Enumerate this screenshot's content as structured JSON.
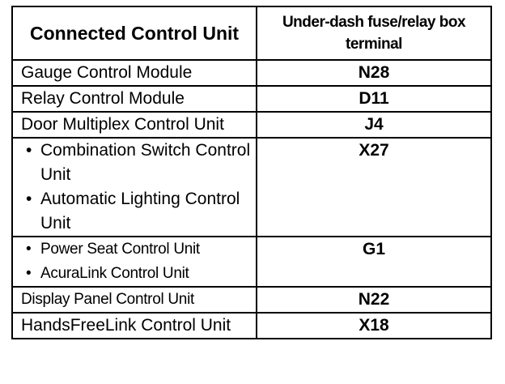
{
  "table": {
    "headers": {
      "unit": "Connected Control Unit",
      "terminal": "Under-dash fuse/relay box terminal"
    },
    "rows": [
      {
        "unit": "Gauge Control Module",
        "terminal": "N28"
      },
      {
        "unit": "Relay Control Module",
        "terminal": "D11"
      },
      {
        "unit": "Door Multiplex Control Unit",
        "terminal": "J4"
      },
      {
        "units": [
          "Combination Switch Control Unit",
          "Automatic Lighting Control Unit"
        ],
        "terminal": "X27"
      },
      {
        "units": [
          "Power Seat Control Unit",
          "AcuraLink Control Unit"
        ],
        "terminal": "G1"
      },
      {
        "unit": "Display Panel Control Unit",
        "terminal": "N22"
      },
      {
        "unit": "HandsFreeLink Control Unit",
        "terminal": "X18"
      }
    ]
  }
}
